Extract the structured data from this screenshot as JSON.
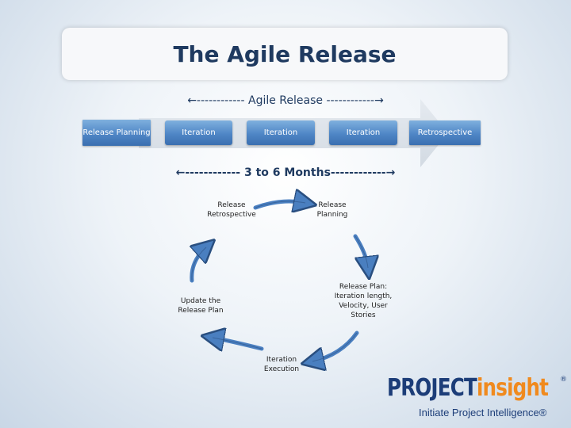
{
  "title": "The Agile Release",
  "agile_release_banner": "←------------ Agile Release ------------→",
  "duration_banner": "←------------ 3 to 6 Months------------→",
  "timeline": {
    "release_planning": "Release Planning",
    "iterations": [
      "Iteration",
      "Iteration",
      "Iteration"
    ],
    "retrospective": "Retrospective"
  },
  "cycle": {
    "release_retrospective": "Release Retrospective",
    "release_planning": "Release Planning",
    "release_plan": "Release Plan: Iteration length, Velocity, User Stories",
    "iteration_execution": "Iteration Execution",
    "update_release_plan": "Update the Release Plan"
  },
  "logo": {
    "project": "PROJECT",
    "insight": "insight",
    "registered": "®",
    "tagline": "Initiate Project Intelligence®"
  },
  "colors": {
    "title_text": "#1f3a60",
    "box_fill": "#4f86c6",
    "cycle_arrow": "#5b8fd0",
    "logo_blue": "#1c3d78",
    "logo_orange": "#f08a1e"
  }
}
